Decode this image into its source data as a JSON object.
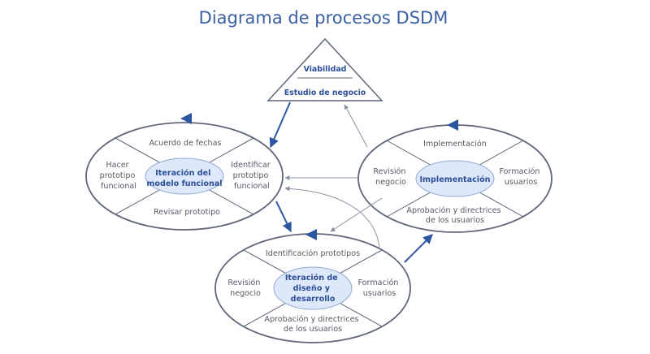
{
  "title": "Diagrama de procesos DSDM",
  "colors": {
    "title": "#3a5fa3",
    "outline": "#5f6779",
    "core_fill": "#dde8fb",
    "core_stroke": "#8fa8d3",
    "arrow": "#2c56a0",
    "thin_arrow": "#8a90a0"
  },
  "triangle": {
    "top_label": "Viabilidad",
    "bottom_label": "Estudio de negocio"
  },
  "functional_model": {
    "core": [
      "Iteración del",
      "modelo funcional"
    ],
    "top": [
      "Acuerdo de fechas"
    ],
    "left": [
      "Hacer",
      "prototipo",
      "funcional"
    ],
    "right": [
      "Identificar",
      "prototipo",
      "funcional"
    ],
    "bottom": [
      "Revisar prototipo"
    ]
  },
  "implementation": {
    "core": [
      "Implementación"
    ],
    "top": [
      "Implementación"
    ],
    "left": [
      "Revisión",
      "negocio"
    ],
    "right": [
      "Formación",
      "usuarios"
    ],
    "bottom": [
      "Aprobación y directrices",
      "de los usuarios"
    ]
  },
  "design_build": {
    "core": [
      "Iteración de",
      "diseño y",
      "desarrollo"
    ],
    "top": [
      "Identificación prototipos"
    ],
    "left": [
      "Revisión",
      "negocio"
    ],
    "right": [
      "Formación",
      "usuarios"
    ],
    "bottom": [
      "Aprobación y directrices",
      "de los usuarios"
    ]
  }
}
